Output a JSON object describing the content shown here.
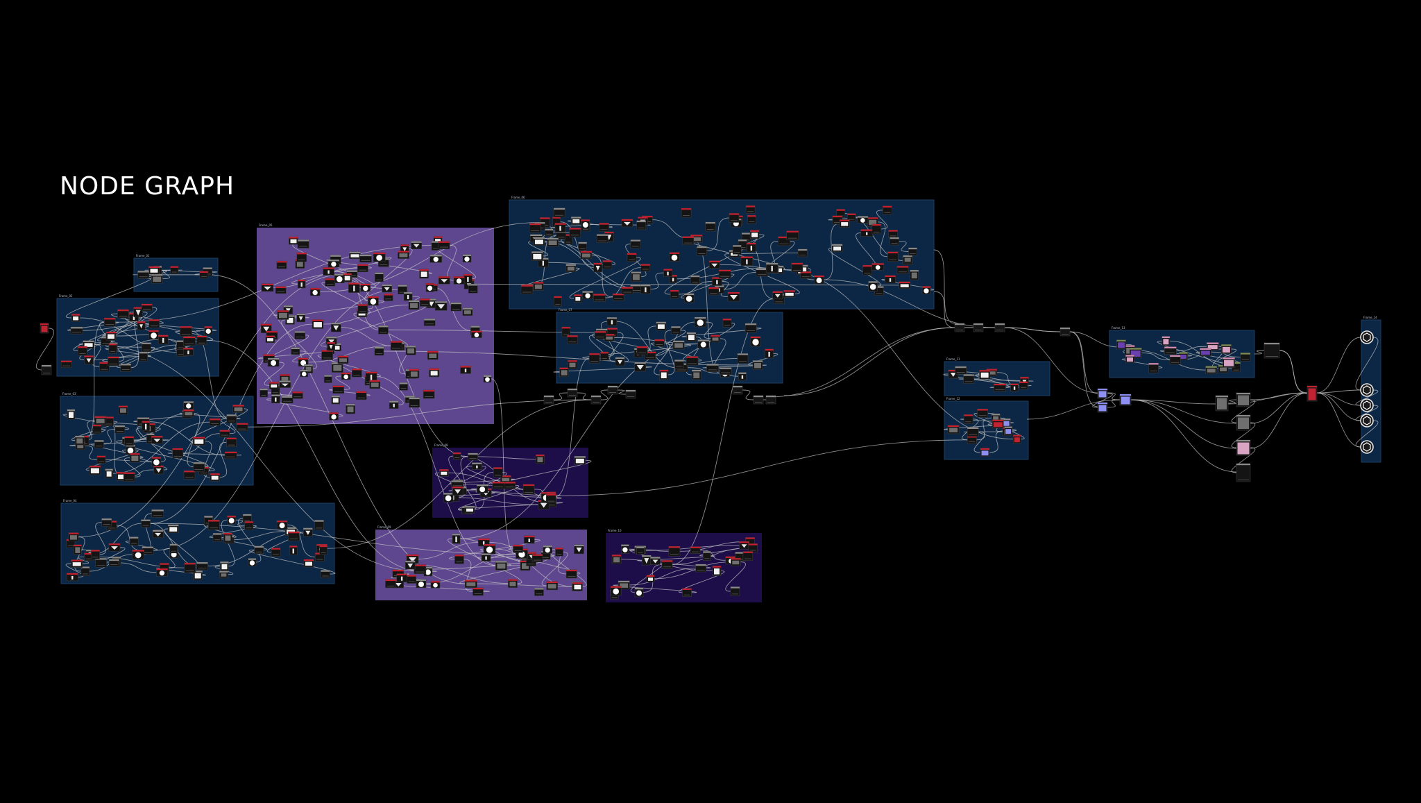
{
  "title": "NODE GRAPH",
  "colors": {
    "background": "#000000",
    "frame_navy": "#0c2745",
    "frame_navy_border": "#1d3e63",
    "frame_lavender": "#5f4790",
    "frame_indigo": "#1d0e4a",
    "wire": "#c4c4c4",
    "node_body": "#141414",
    "node_header_red": "#c42030",
    "node_header_gray": "#8a8a8a",
    "node_header_blue": "#8a8cf0",
    "node_header_pink": "#d58fb6",
    "node_header_green": "#7e8c55",
    "frame_label": "#b9c3d4"
  },
  "frames": [
    {
      "name": "frame-a",
      "label": "Frame_01",
      "color": "navy"
    },
    {
      "name": "frame-b",
      "label": "Frame_02",
      "color": "navy"
    },
    {
      "name": "frame-c",
      "label": "Frame_03",
      "color": "navy"
    },
    {
      "name": "frame-d",
      "label": "Frame_04",
      "color": "navy"
    },
    {
      "name": "frame-e",
      "label": "Frame_05",
      "color": "lavender"
    },
    {
      "name": "frame-f",
      "label": "Frame_06",
      "color": "navy"
    },
    {
      "name": "frame-g",
      "label": "Frame_07",
      "color": "navy"
    },
    {
      "name": "frame-h",
      "label": "Frame_08",
      "color": "indigo"
    },
    {
      "name": "frame-i",
      "label": "Frame_09",
      "color": "lavender"
    },
    {
      "name": "frame-j",
      "label": "Frame_10",
      "color": "indigo"
    },
    {
      "name": "frame-k",
      "label": "Frame_11",
      "color": "navy"
    },
    {
      "name": "frame-l",
      "label": "Frame_12",
      "color": "navy"
    },
    {
      "name": "frame-m",
      "label": "Frame_13",
      "color": "navy"
    },
    {
      "name": "frame-n",
      "label": "Frame_14",
      "color": "navy"
    }
  ]
}
